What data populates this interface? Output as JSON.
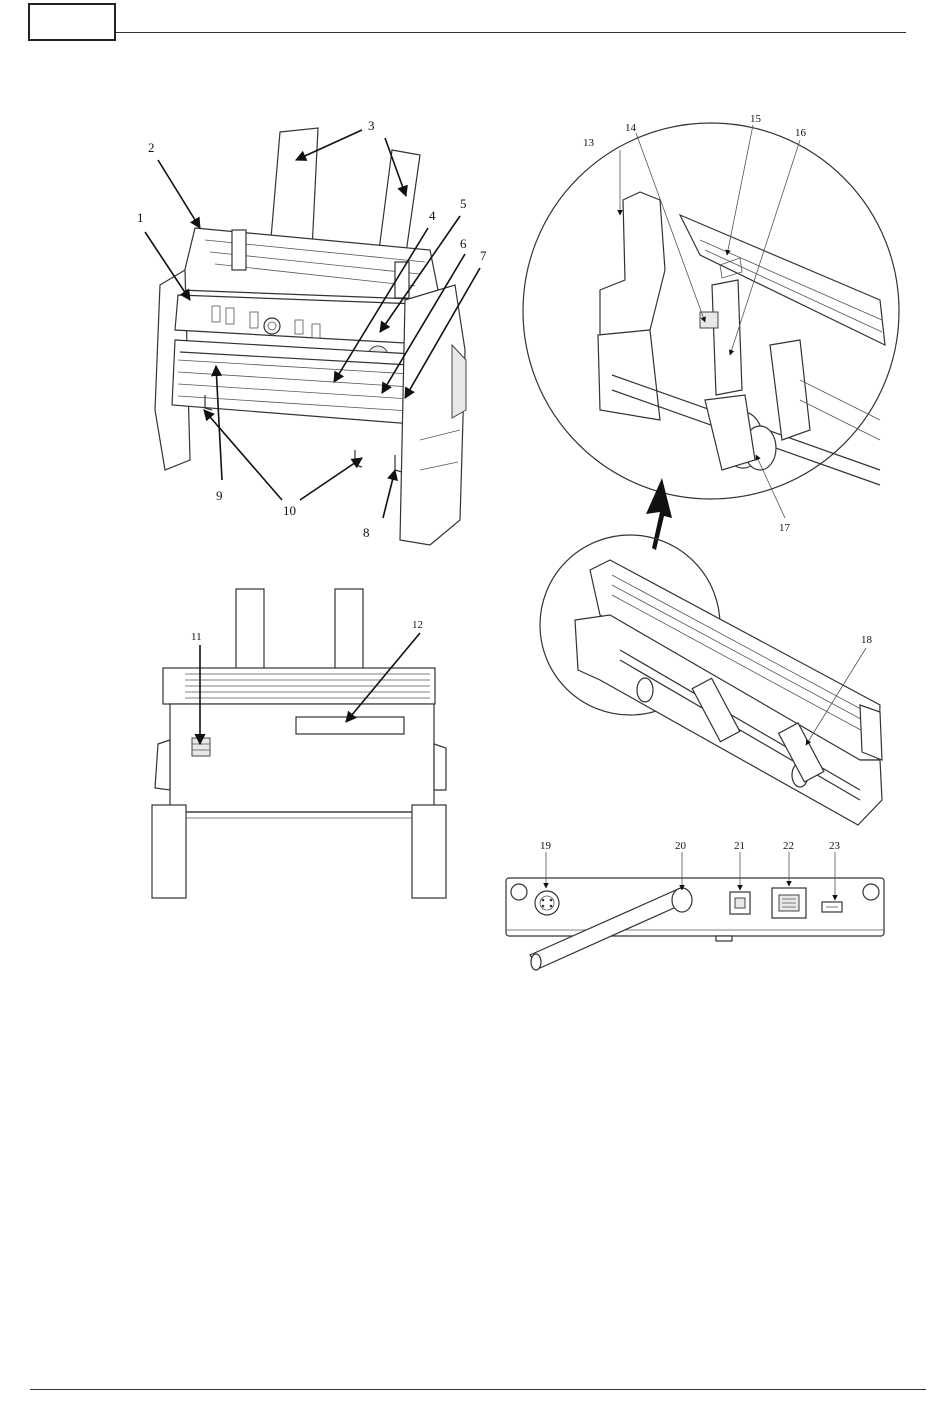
{
  "callouts": {
    "c1": "1",
    "c2": "2",
    "c3": "3",
    "c4": "4",
    "c5": "5",
    "c6": "6",
    "c7": "7",
    "c8": "8",
    "c9": "9",
    "c10": "10",
    "c11": "11",
    "c12": "12",
    "c13": "13",
    "c14": "14",
    "c15": "15",
    "c16": "16",
    "c17": "17",
    "c18": "18",
    "c19": "19",
    "c20": "20",
    "c21": "21",
    "c22": "22",
    "c23": "23"
  },
  "colors": {
    "line": "#333333",
    "fill": "#ffffff",
    "shade": "#e8e8e8"
  }
}
